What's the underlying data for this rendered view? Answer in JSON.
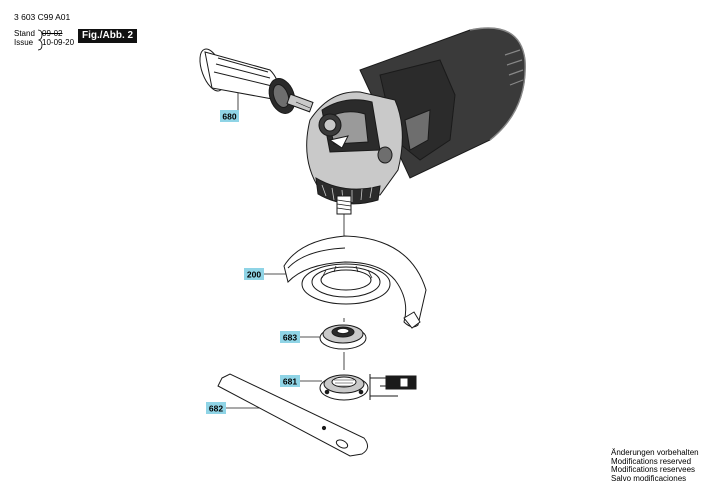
{
  "header": {
    "doc_number": "3 603 C99 A01",
    "stand_label": "Stand",
    "stand_date": "09-02",
    "issue_label": "Issue",
    "issue_date": "10-09-20",
    "figure_title": "Fig./Abb. 2"
  },
  "parts": [
    {
      "number": "680",
      "part": "auxiliary-handle"
    },
    {
      "number": "200",
      "part": "protection-guard"
    },
    {
      "number": "683",
      "part": "mounting-flange"
    },
    {
      "number": "681",
      "part": "clamping-nut"
    },
    {
      "number": "682",
      "part": "two-pin-spanner"
    }
  ],
  "footer": {
    "line1": "Änderungen vorbehalten",
    "line2": "Modifications reserved",
    "line3": "Modifications reservees",
    "line4": "Salvo modificaciones"
  },
  "colors": {
    "callout_fill": "#8fd4e6",
    "ink": "#1a1a1a",
    "body_dark": "#2b2b2b",
    "body_mid": "#6e6e6e",
    "body_light": "#c9c9c9"
  }
}
